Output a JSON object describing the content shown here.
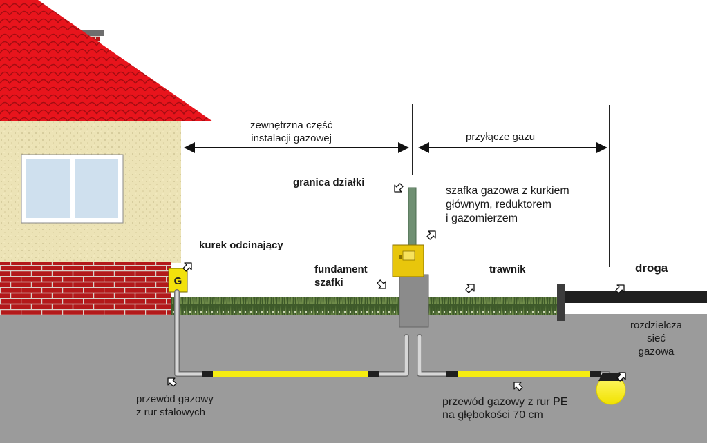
{
  "labels": {
    "external_installation": [
      "zewnętrzna część",
      "instalacji gazowej"
    ],
    "gas_connection": "przyłącze gazu",
    "plot_boundary": "granica działki",
    "gas_cabinet": [
      "szafka gazowa z kurkiem",
      "głównym, reduktorem",
      "i gazomierzem"
    ],
    "shutoff_valve": "kurek odcinający",
    "cabinet_foundation": [
      "fundament",
      "szafki"
    ],
    "lawn": "trawnik",
    "road": "droga",
    "distribution_network": [
      "rozdzielcza",
      "sieć",
      "gazowa"
    ],
    "steel_pipe": [
      "przewód gazowy",
      "z rur stalowych"
    ],
    "pe_pipe": [
      "przewód gazowy z rur PE",
      "na głębokości 70 cm"
    ],
    "valve_box_letter": "G"
  },
  "colors": {
    "roof": "#e8141c",
    "wall": "#ece3b6",
    "brick": "#b01a18",
    "ground": "#9b9b9b",
    "pipe_yellow": "#f5ec12",
    "cabinet": "#e8c60c",
    "grass": "#4d6a32"
  }
}
